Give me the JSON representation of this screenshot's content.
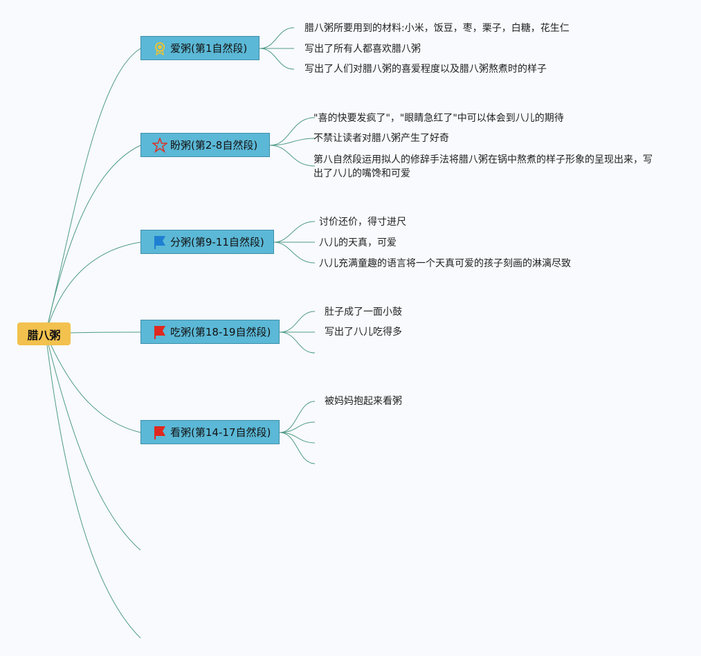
{
  "root": {
    "label": "腊八粥"
  },
  "branches": [
    {
      "label": "爱粥(第1自然段)",
      "icon": "medal-icon",
      "leaves": [
        "腊八粥所要用到的材料:小米，饭豆，枣，栗子，白糖，花生仁",
        "写出了所有人都喜欢腊八粥",
        "写出了人们对腊八粥的喜爱程度以及腊八粥熬煮时的样子"
      ]
    },
    {
      "label": "盼粥(第2-8自然段)",
      "icon": "star-icon",
      "leaves": [
        "\"喜的快要发疯了\"，\"眼睛急红了\"中可以体会到八儿的期待",
        "不禁让读者对腊八粥产生了好奇",
        "第八自然段运用拟人的修辞手法将腊八粥在锅中熬煮的样子形象的呈现出来，写出了八儿的嘴馋和可爱"
      ]
    },
    {
      "label": "分粥(第9-11自然段)",
      "icon": "blue-flag-icon",
      "leaves": [
        "讨价还价，得寸进尺",
        "八儿的天真，可爱",
        "八儿充满童趣的语言将一个天真可爱的孩子刻画的淋漓尽致"
      ]
    },
    {
      "label": "吃粥(第18-19自然段)",
      "icon": "red-flag-icon",
      "leaves": [
        "肚子成了一面小鼓",
        "写出了八儿吃得多",
        ""
      ]
    },
    {
      "label": "看粥(第14-17自然段)",
      "icon": "red-flag-icon",
      "leaves": [
        "被妈妈抱起来看粥",
        "",
        "",
        ""
      ]
    }
  ],
  "colors": {
    "root_fill": "#f2c14e",
    "branch_fill": "#5bb8d6",
    "edge": "#4f9a86",
    "background": "#f8fafd"
  }
}
